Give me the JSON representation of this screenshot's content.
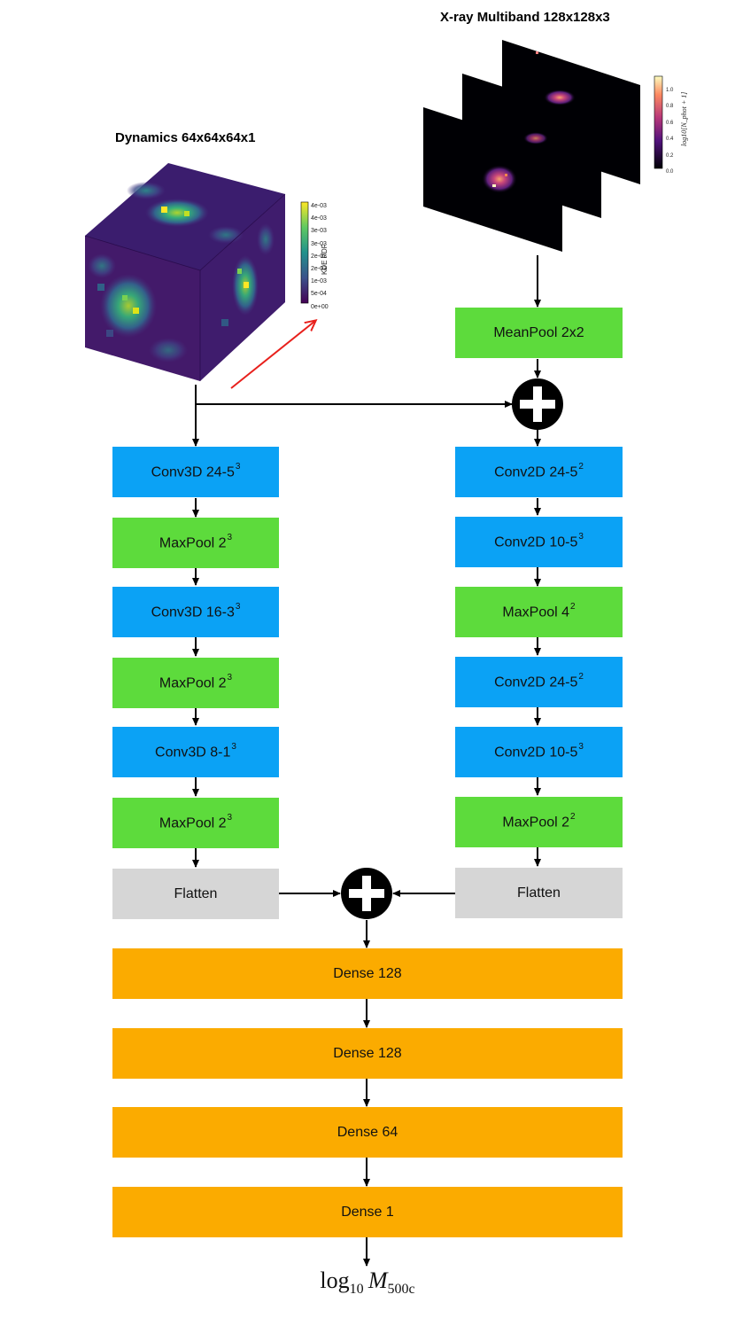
{
  "dynamics": {
    "title": "Dynamics 64x64x64x1",
    "colorbar": {
      "label": "KDE PDF",
      "ticks": [
        "4e-03",
        "4e-03",
        "3e-03",
        "3e-03",
        "2e-03",
        "2e-03",
        "1e-03",
        "5e-04",
        "0e+00"
      ]
    }
  },
  "xray": {
    "title": "X-ray Multiband 128x128x3",
    "colorbar": {
      "label": "log10[N_phot + 1]",
      "ticks": [
        "1.0",
        "0.8",
        "0.6",
        "0.4",
        "0.2",
        "0.0"
      ]
    }
  },
  "left_branch": [
    {
      "name": "Conv3D 24-5",
      "sup": "3",
      "color": "#0ba2f5"
    },
    {
      "name": "MaxPool 2",
      "sup": "3",
      "color": "#5ddb3c"
    },
    {
      "name": "Conv3D 16-3",
      "sup": "3",
      "color": "#0ba2f5"
    },
    {
      "name": "MaxPool 2",
      "sup": "3",
      "color": "#5ddb3c"
    },
    {
      "name": "Conv3D 8-1",
      "sup": "3",
      "color": "#0ba2f5"
    },
    {
      "name": "MaxPool 2",
      "sup": "3",
      "color": "#5ddb3c"
    },
    {
      "name": "Flatten",
      "sup": "",
      "color": "#d6d6d6"
    }
  ],
  "right_branch": {
    "meanpool": "MeanPool  2x2",
    "layers": [
      {
        "name": "Conv2D 24-5",
        "sup": "2",
        "color": "#0ba2f5"
      },
      {
        "name": "Conv2D 10-5",
        "sup": "3",
        "color": "#0ba2f5"
      },
      {
        "name": "MaxPool 4",
        "sup": "2",
        "color": "#5ddb3c"
      },
      {
        "name": "Conv2D 24-5",
        "sup": "2",
        "color": "#0ba2f5"
      },
      {
        "name": "Conv2D 10-5",
        "sup": "3",
        "color": "#0ba2f5"
      },
      {
        "name": "MaxPool 2",
        "sup": "2",
        "color": "#5ddb3c"
      },
      {
        "name": "Flatten",
        "sup": "",
        "color": "#d6d6d6"
      }
    ]
  },
  "dense": [
    "Dense 128",
    "Dense 128",
    "Dense 64",
    "Dense 1"
  ],
  "output": {
    "log": "log",
    "log_sub": "10",
    "var": "M",
    "var_sub": "500c"
  },
  "colors": {
    "conv": "#0ba2f5",
    "pool": "#5ddb3c",
    "flatten": "#d6d6d6",
    "dense": "#fbab00",
    "highlight_arrow": "#e8201c"
  }
}
